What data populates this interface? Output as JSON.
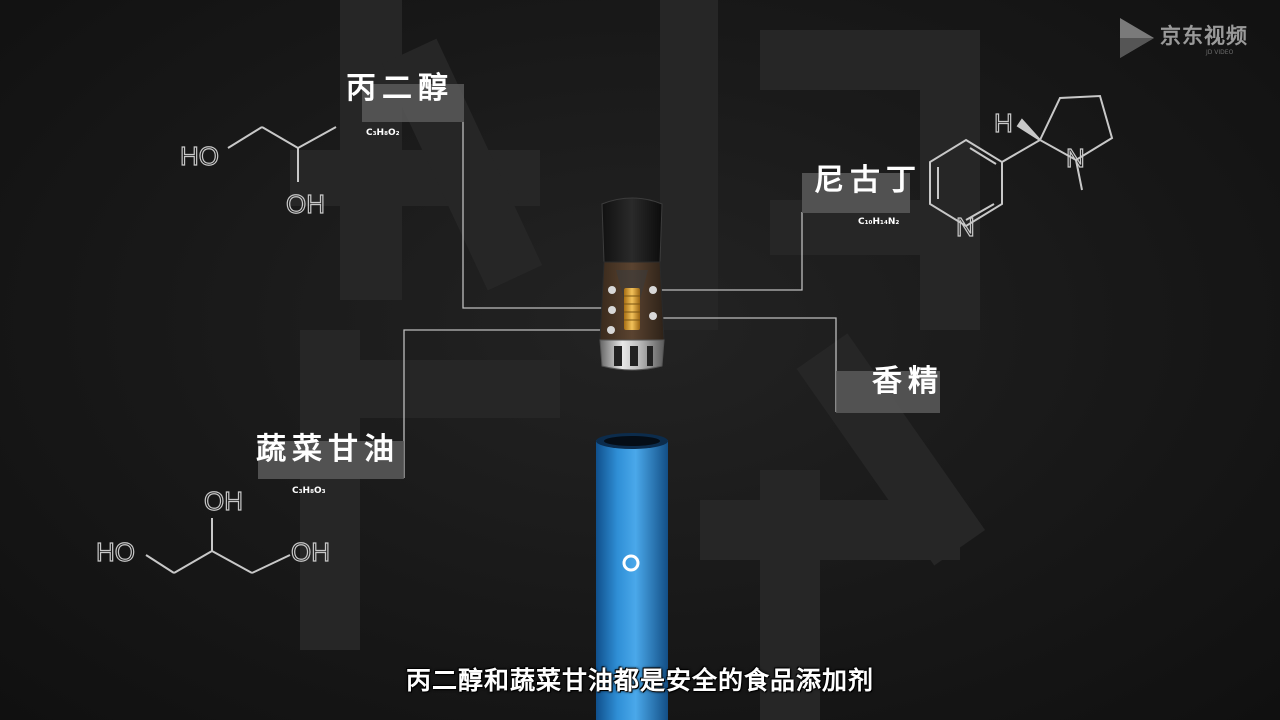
{
  "watermark": {
    "brand": "京东视频",
    "sub": "JD VIDEO",
    "icon": "play-triangle-icon"
  },
  "ingredients": {
    "propylene_glycol": {
      "name": "丙二醇",
      "formula": "C₃H₈O₂",
      "structure_labels": [
        "HO",
        "OH"
      ]
    },
    "nicotine": {
      "name": "尼古丁",
      "formula": "C₁₀H₁₄N₂",
      "structure_labels": [
        "H",
        "N",
        "N"
      ]
    },
    "flavor": {
      "name": "香精"
    },
    "glycerin": {
      "name": "蔬菜甘油",
      "formula": "C₃H₈O₃",
      "structure_labels": [
        "OH",
        "HO",
        "OH"
      ]
    }
  },
  "subtitle": "丙二醇和蔬菜甘油都是安全的食品添加剂",
  "colors": {
    "background": "#181818",
    "label_box": "#5a5a5a",
    "line": "#bdbdbd",
    "device_blue": "#2f8fd6",
    "coil_gold": "#d9a032"
  }
}
